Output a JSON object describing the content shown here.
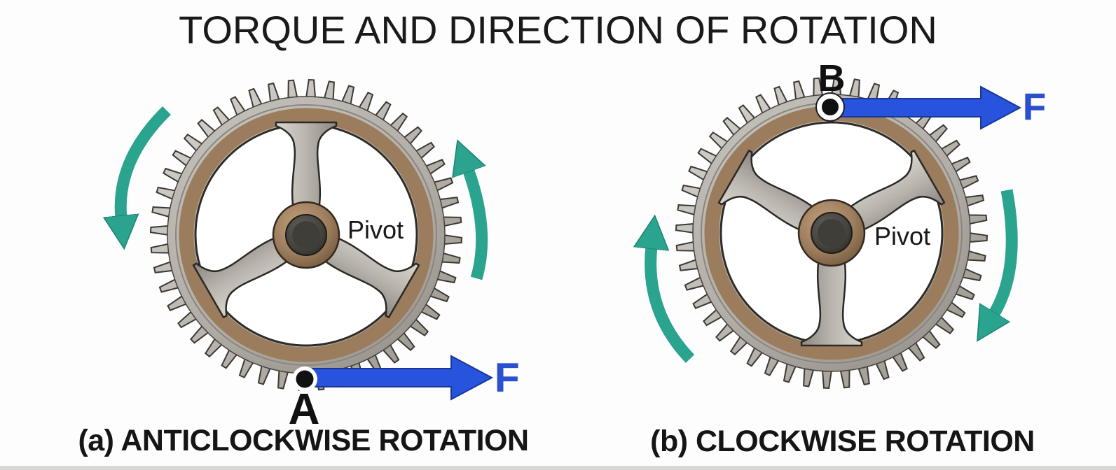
{
  "title": "TORQUE AND DIRECTION OF ROTATION",
  "panels": {
    "left": {
      "caption": "(a) ANTICLOCKWISE ROTATION",
      "point_label": "A",
      "pivot_label": "Pivot",
      "force_label": "F",
      "rotation_direction": "anticlockwise"
    },
    "right": {
      "caption": "(b) CLOCKWISE ROTATION",
      "point_label": "B",
      "pivot_label": "Pivot",
      "force_label": "F",
      "rotation_direction": "clockwise"
    }
  },
  "colors": {
    "bg": "#fdfdfd",
    "ink": "#121212",
    "teal": "#2aa38f",
    "blue": "#2753dd",
    "blueF": "#2a4fd0"
  }
}
